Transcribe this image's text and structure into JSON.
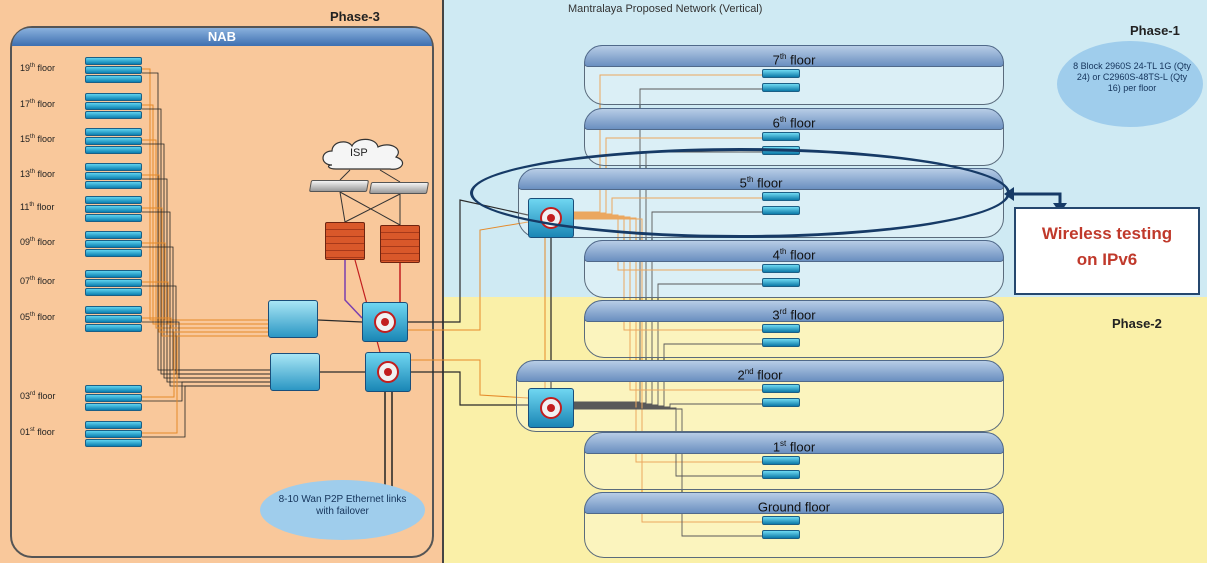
{
  "phases": {
    "phase3": "Phase-3",
    "phase1": "Phase-1",
    "phase2": "Phase-2"
  },
  "network_title": "Mantralaya Proposed Network (Vertical)",
  "nab": {
    "title": "NAB",
    "floors": [
      {
        "num": "19",
        "sup": "th",
        "rest": " floor"
      },
      {
        "num": "17",
        "sup": "th",
        "rest": " floor"
      },
      {
        "num": "15",
        "sup": "th",
        "rest": " floor"
      },
      {
        "num": "13",
        "sup": "th",
        "rest": " floor"
      },
      {
        "num": "11",
        "sup": "th",
        "rest": " floor"
      },
      {
        "num": "09",
        "sup": "th",
        "rest": " floor"
      },
      {
        "num": "07",
        "sup": "th",
        "rest": " floor"
      },
      {
        "num": "05",
        "sup": "th",
        "rest": " floor"
      },
      {
        "num": "03",
        "sup": "rd",
        "rest": " floor"
      },
      {
        "num": "01",
        "sup": "st",
        "rest": " floor"
      }
    ],
    "isp_label": "ISP",
    "wan_note": "8-10 Wan P2P Ethernet links with failover"
  },
  "mantralaya": {
    "floors": [
      {
        "num": "7",
        "sup": "th",
        "rest": " floor"
      },
      {
        "num": "6",
        "sup": "th",
        "rest": " floor"
      },
      {
        "num": "5",
        "sup": "th",
        "rest": " floor"
      },
      {
        "num": "4",
        "sup": "th",
        "rest": " floor"
      },
      {
        "num": "3",
        "sup": "rd",
        "rest": " floor"
      },
      {
        "num": "2",
        "sup": "nd",
        "rest": " floor"
      },
      {
        "num": "1",
        "sup": "st",
        "rest": " floor"
      },
      {
        "num": "Ground floor",
        "sup": "",
        "rest": ""
      }
    ],
    "block_note": "8 Block 2960S 24-TL 1G (Qty 24) or C2960S-48TS-L (Qty 16) per floor"
  },
  "callout": {
    "line1": "Wireless testing",
    "line2": "on IPv6"
  },
  "colors": {
    "phase3_bg": "#f9c89b",
    "phase1_bg": "#cfeaf3",
    "phase2_bg": "#faf0a8",
    "callout_text": "#c0392b",
    "ellipse": "#163a66"
  }
}
